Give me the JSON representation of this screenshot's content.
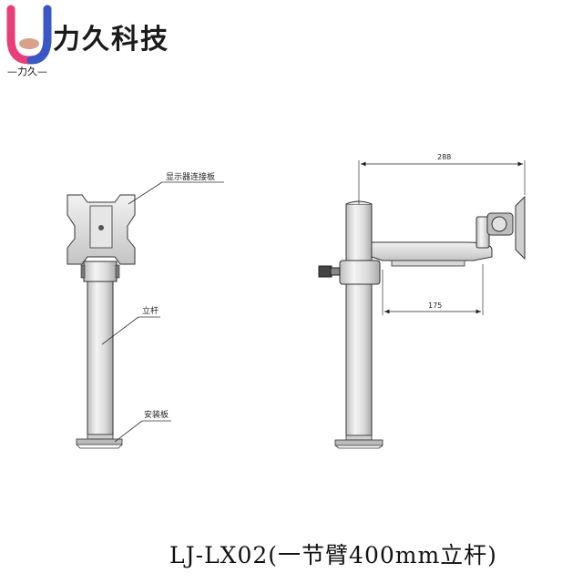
{
  "brand": {
    "logo_letter": "U",
    "name": "力久科技",
    "sub_label": "—力久—",
    "colors": {
      "pink": "#e83e7a",
      "blue": "#3a57c8",
      "hands": "#d9a08a"
    }
  },
  "diagram": {
    "callouts": {
      "display_plate": "显示器连接板",
      "pole": "立杆",
      "mount_plate": "安装板"
    },
    "dimensions": {
      "overall": "288",
      "arm": "175"
    }
  },
  "model_title": "LJ-LX02(一节臂400mm立杆)"
}
